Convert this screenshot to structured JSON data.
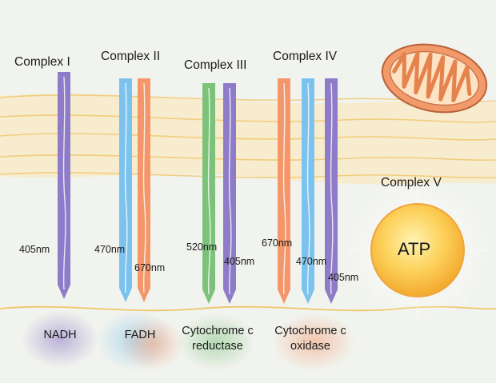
{
  "colors": {
    "background": "#f1f3ee",
    "membrane_line": "#f0c66a",
    "membrane_fill": "#fbe6b4",
    "violet": "#8e7cc9",
    "blue": "#7cc2ee",
    "orange": "#f3966a",
    "green": "#7cc27a",
    "atp_sun": "#f8be42",
    "mitochondrion": "#f29a6a"
  },
  "complexes": [
    {
      "label": "Complex I"
    },
    {
      "label": "Complex II"
    },
    {
      "label": "Complex III"
    },
    {
      "label": "Complex IV"
    },
    {
      "label": "Complex V"
    }
  ],
  "beams": [
    {
      "wavelength": "405nm",
      "color": "violet",
      "complex": 1
    },
    {
      "wavelength": "470nm",
      "color": "blue",
      "complex": 2
    },
    {
      "wavelength": "670nm",
      "color": "orange",
      "complex": 2
    },
    {
      "wavelength": "520nm",
      "color": "green",
      "complex": 3
    },
    {
      "wavelength": "405nm",
      "color": "violet",
      "complex": 3
    },
    {
      "wavelength": "670nm",
      "color": "orange",
      "complex": 4
    },
    {
      "wavelength": "470nm",
      "color": "blue",
      "complex": 4
    },
    {
      "wavelength": "405nm",
      "color": "violet",
      "complex": 4
    }
  ],
  "substrates": [
    {
      "line1": "NADH",
      "line2": "",
      "color": "violet"
    },
    {
      "line1": "FADH",
      "line2": "",
      "color": "blue"
    },
    {
      "line1": "Cytochrome c",
      "line2": "reductase",
      "color": "green"
    },
    {
      "line1": "Cytochrome c",
      "line2": "oxidase",
      "color": "orange"
    }
  ],
  "atp": {
    "label": "ATP"
  },
  "icons": {
    "organelle": "mitochondrion-icon",
    "sun": "sun-icon"
  }
}
